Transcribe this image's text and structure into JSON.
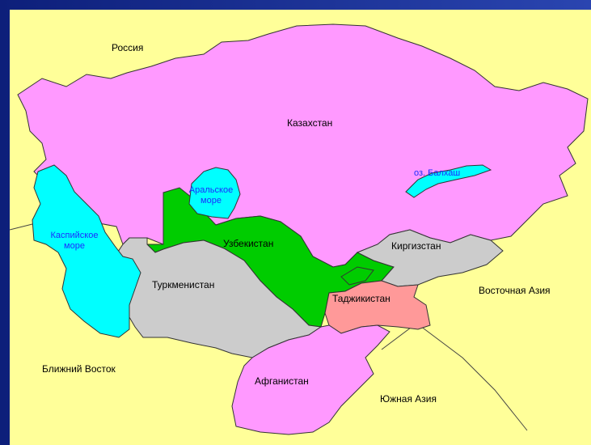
{
  "map": {
    "regions": {
      "russia": "Россия",
      "kazakhstan": "Казахстан",
      "uzbekistan": "Узбекистан",
      "kyrgyzstan": "Киргизстан",
      "turkmenistan": "Туркменистан",
      "tajikistan": "Таджикистан",
      "east_asia": "Восточная Азия",
      "middle_east": "Ближний Восток",
      "afghanistan": "Афганистан",
      "south_asia": "Южная Азия"
    },
    "water": {
      "aral_line1": "Аральское",
      "aral_line2": "море",
      "caspian_line1": "Каспийское",
      "caspian_line2": "море",
      "balkhash": "оз. Балхаш"
    },
    "colors": {
      "background_land": "#ffff99",
      "kazakhstan": "#ff99ff",
      "afghanistan": "#ff99ff",
      "uzbekistan": "#00cc00",
      "turkmenistan": "#cccccc",
      "kyrgyzstan": "#cccccc",
      "tajikistan": "#ff9999",
      "water": "#00ffff",
      "slide_background": "#1a2f8c"
    }
  }
}
